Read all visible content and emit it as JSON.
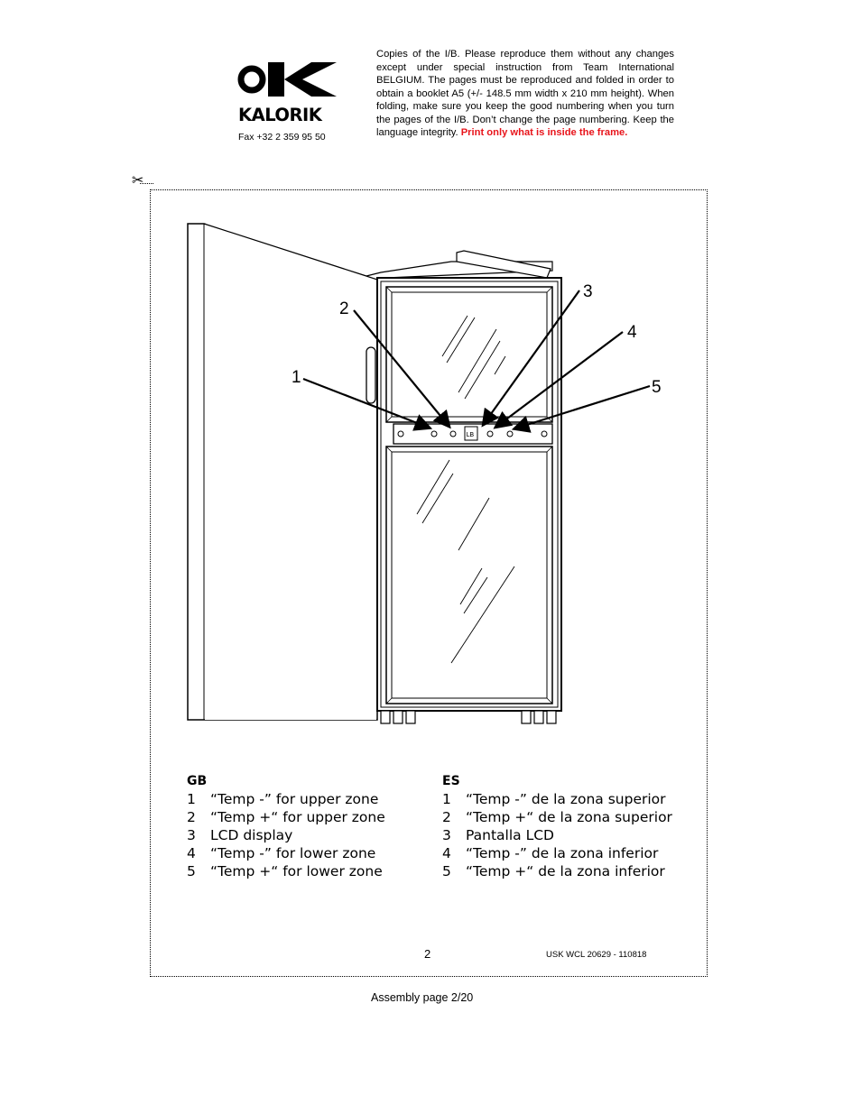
{
  "header": {
    "logo_text": "KALORIK",
    "fax": "Fax +32 2 359 95 50",
    "instructions": "Copies of the I/B. Please reproduce them without any changes except under special instruction from Team International BELGIUM. The pages must be reproduced and folded in order to obtain a booklet A5 (+/- 148.5 mm width x 210 mm height). When folding, make sure you keep the good numbering when you turn the pages of the I/B. Don’t change the page numbering. Keep the language integrity.",
    "instructions_red": "Print only what is inside the frame."
  },
  "cut_mark": "✂",
  "diagram": {
    "callouts": [
      {
        "label": "1"
      },
      {
        "label": "2"
      },
      {
        "label": "3"
      },
      {
        "label": "4"
      },
      {
        "label": "5"
      }
    ],
    "display_text": "LB"
  },
  "legend_gb": {
    "heading": "GB",
    "items": [
      {
        "num": "1",
        "text": "“Temp -” for upper zone"
      },
      {
        "num": "2",
        "text": "“Temp +“ for upper zone"
      },
      {
        "num": "3",
        "text": "LCD display"
      },
      {
        "num": "4",
        "text": "“Temp -” for lower zone"
      },
      {
        "num": "5",
        "text": "“Temp +“ for lower zone"
      }
    ]
  },
  "legend_es": {
    "heading": "ES",
    "items": [
      {
        "num": "1",
        "text": "“Temp -” de la zona superior"
      },
      {
        "num": "2",
        "text": "“Temp +“ de la zona superior"
      },
      {
        "num": "3",
        "text": "Pantalla LCD"
      },
      {
        "num": "4",
        "text": "“Temp -” de la zona inferior"
      },
      {
        "num": "5",
        "text": "“Temp +“ de la zona inferior"
      }
    ]
  },
  "footer": {
    "page_number": "2",
    "doc_code": "USK WCL 20629 - 110818",
    "assembly": "Assembly page 2/20"
  }
}
